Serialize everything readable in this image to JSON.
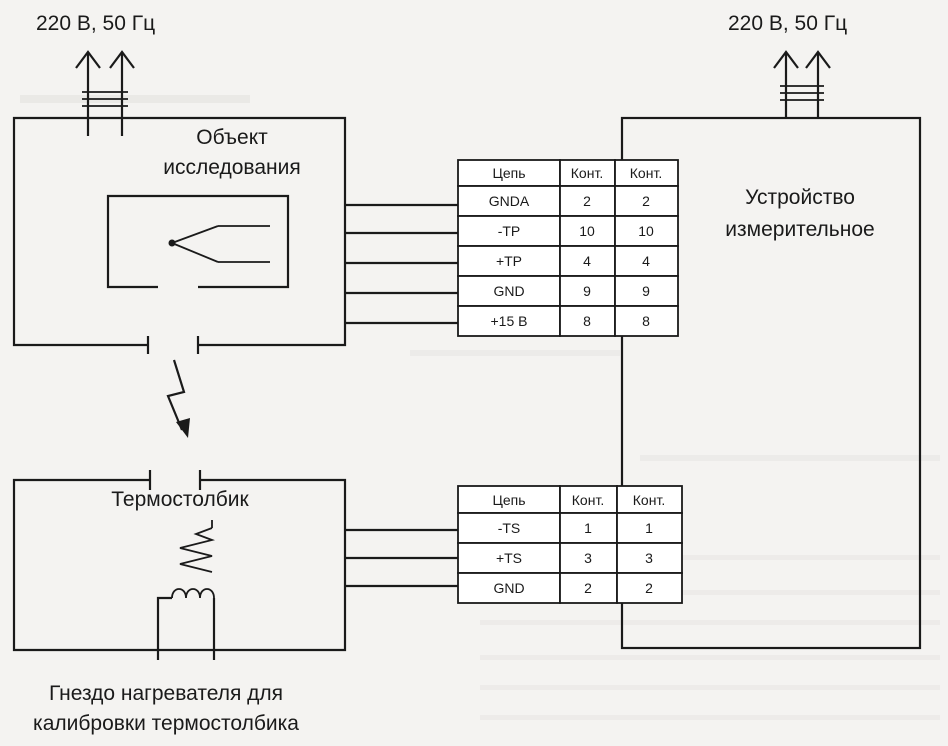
{
  "power_left": "220 В, 50 Гц",
  "power_right": "220 В, 50 Гц",
  "object_title_1": "Объект",
  "object_title_2": "исследования",
  "device_title_1": "Устройство",
  "device_title_2": "измерительное",
  "thermopile_title": "Термостолбик",
  "heater_caption_1": "Гнездо нагревателя для",
  "heater_caption_2": "калибровки термостолбика",
  "table_top": {
    "headers": [
      "Цепь",
      "Конт.",
      "Конт."
    ],
    "rows": [
      [
        "GNDA",
        "2",
        "2"
      ],
      [
        "-TP",
        "10",
        "10"
      ],
      [
        "+TP",
        "4",
        "4"
      ],
      [
        "GND",
        "9",
        "9"
      ],
      [
        "+15 В",
        "8",
        "8"
      ]
    ]
  },
  "table_bottom": {
    "headers": [
      "Цепь",
      "Конт.",
      "Конт."
    ],
    "rows": [
      [
        "-TS",
        "1",
        "1"
      ],
      [
        "+TS",
        "3",
        "3"
      ],
      [
        "GND",
        "2",
        "2"
      ]
    ]
  }
}
